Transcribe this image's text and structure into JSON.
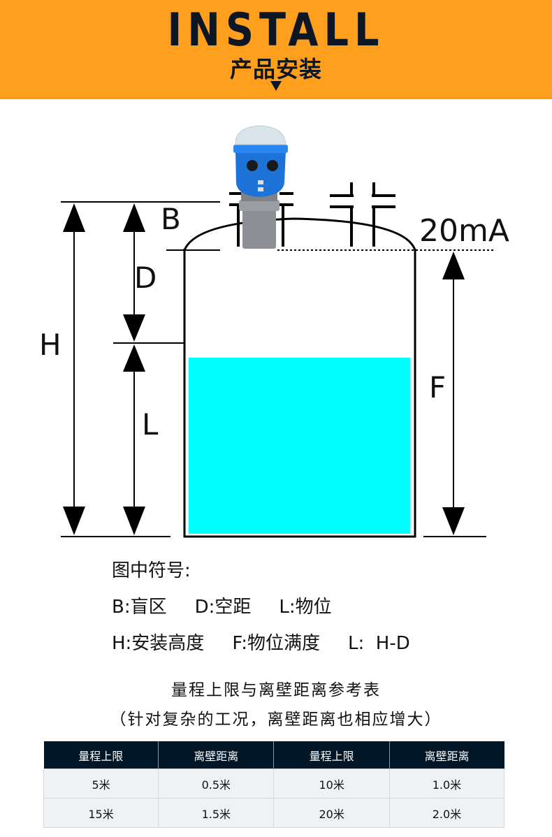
{
  "header": {
    "title": "INSTALL",
    "subtitle": "产品安装",
    "background_color": "#ff9f1e",
    "text_color": "#0d1724"
  },
  "diagram": {
    "labels": {
      "B": "B",
      "D": "D",
      "H": "H",
      "L": "L",
      "F": "F",
      "signal": "20mA"
    },
    "liquid_color": "#00ffff",
    "device": "ultrasonic-level-sensor"
  },
  "legend": {
    "title": "图中符号:",
    "line1": [
      "B:盲区",
      "D:空距",
      "L:物位"
    ],
    "line2": [
      "H:安装高度",
      "F:物位满度",
      "L:  H-D"
    ]
  },
  "table_section": {
    "title": "量程上限与离壁距离参考表",
    "subtitle": "（针对复杂的工况，离壁距离也相应增大）",
    "columns": [
      "量程上限",
      "离壁距离",
      "量程上限",
      "离壁距离"
    ],
    "rows": [
      [
        "5米",
        "0.5米",
        "10米",
        "1.0米"
      ],
      [
        "15米",
        "1.5米",
        "20米",
        "2.0米"
      ]
    ],
    "header_color": "#011627",
    "row_color": "#eef2f5"
  }
}
